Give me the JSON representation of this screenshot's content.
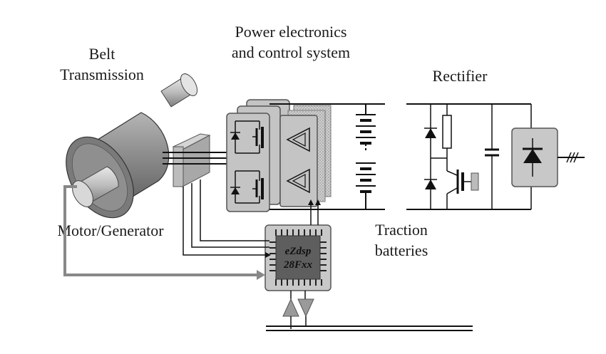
{
  "labels": {
    "belt_line1": "Belt",
    "belt_line2": "Transmission",
    "power_line1": "Power electronics",
    "power_line2": "and control system",
    "rectifier": "Rectifier",
    "motor_generator": "Motor/Generator",
    "traction_line1": "Traction",
    "traction_line2": "batteries",
    "chip_line1": "eZdsp",
    "chip_line2": "28Fxx"
  },
  "colors": {
    "line": "#111111",
    "motor_body": "#8a8a8a",
    "module_fill": "#c4c4c4",
    "signal_arrow": "#8a8a8a"
  }
}
